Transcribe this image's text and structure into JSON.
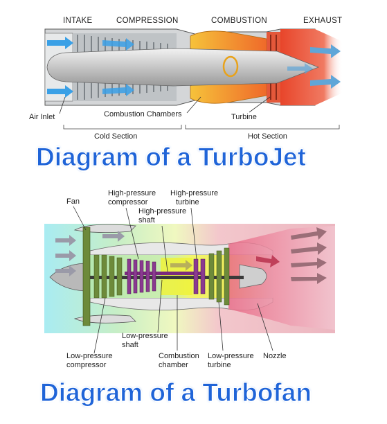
{
  "turbojet": {
    "sections": [
      "INTAKE",
      "COMPRESSION",
      "COMBUSTION",
      "EXHAUST"
    ],
    "labels": {
      "air_inlet": "Air Inlet",
      "combustion_chambers": "Combustion Chambers",
      "turbine": "Turbine",
      "cold_section": "Cold Section",
      "hot_section": "Hot Section"
    },
    "caption": "Diagram of a TurboJet"
  },
  "turbofan": {
    "labels": {
      "fan": "Fan",
      "hp_compressor_1": "High-pressure",
      "hp_compressor_2": "compressor",
      "hp_turbine_1": "High-pressure",
      "hp_turbine_2": "turbine",
      "hp_shaft_1": "High-pressure",
      "hp_shaft_2": "shaft",
      "lp_shaft_1": "Low-pressure",
      "lp_shaft_2": "shaft",
      "lp_compressor_1": "Low-pressure",
      "lp_compressor_2": "compressor",
      "combustion_chamber_1": "Combustion",
      "combustion_chamber_2": "chamber",
      "lp_turbine_1": "Low-pressure",
      "lp_turbine_2": "turbine",
      "nozzle": "Nozzle"
    },
    "caption": "Diagram of a Turbofan"
  },
  "colors": {
    "caption_blue": "#1f64d8",
    "hot_red": "#e8452a",
    "flame_orange": "#f59a1e",
    "air_blue": "#3aa0e6",
    "fan_green": "#5f7a2e",
    "hp_purple": "#7a2a7e",
    "chamber_yellow": "#f0f04a"
  }
}
